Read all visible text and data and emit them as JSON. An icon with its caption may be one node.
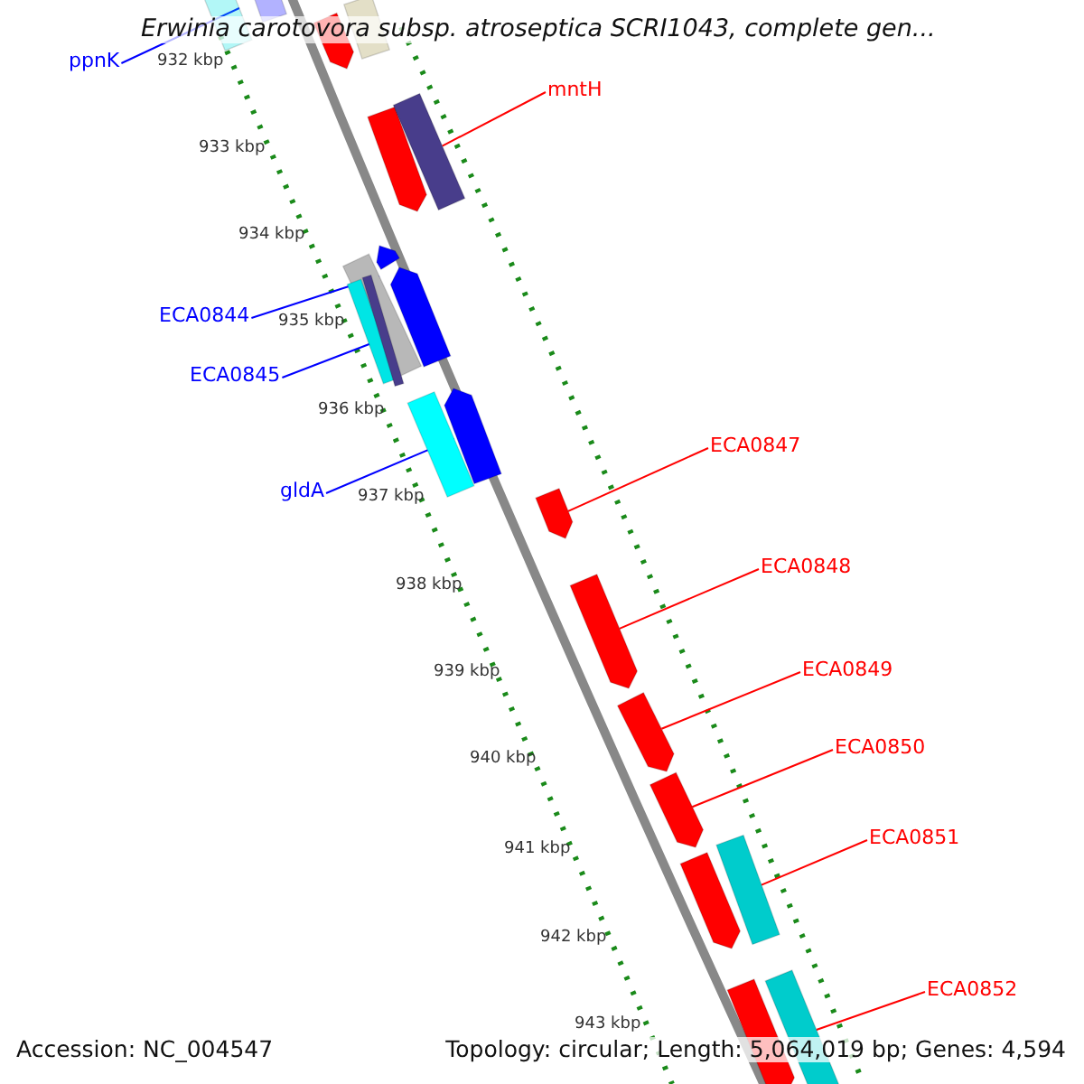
{
  "diagram": {
    "title": "Erwinia carotovora subsp. atroseptica SCRI1043, complete gen...",
    "nodes": [
      {
        "text": [],
        "shape": "bar"
      },
      {
        "text": [],
        "shape": "bar"
      },
      {
        "text": [],
        "shape": "bar"
      },
      {
        "text": [],
        "shape": "arrow"
      },
      {
        "text": [],
        "shape": "arrow"
      },
      {
        "text": [],
        "shape": "bar"
      },
      {
        "text": [],
        "shape": "arrow"
      },
      {
        "text": [],
        "shape": "bar"
      },
      {
        "text": [],
        "shape": "bar"
      },
      {
        "text": [],
        "shape": "bar"
      },
      {
        "text": [],
        "shape": "arrow"
      },
      {
        "text": [],
        "shape": "bar"
      },
      {
        "text": [],
        "shape": "arrow"
      },
      {
        "text": [],
        "shape": "arrow"
      },
      {
        "text": [],
        "shape": "arrow"
      },
      {
        "text": [],
        "shape": "arrow"
      },
      {
        "text": [],
        "shape": "arrow"
      },
      {
        "text": [],
        "shape": "bar"
      },
      {
        "text": [],
        "shape": "arrow"
      },
      {
        "text": [],
        "shape": "bar"
      },
      {
        "text": [],
        "shape": "arrow"
      },
      {
        "text": [
          "ppnK"
        ]
      },
      {
        "text": [
          "mntH"
        ]
      },
      {
        "text": [
          "ECA0844"
        ]
      },
      {
        "text": [
          "ECA0845"
        ]
      },
      {
        "text": [
          "gldA"
        ]
      },
      {
        "text": [
          "ECA0847"
        ]
      },
      {
        "text": [
          "ECA0848"
        ]
      },
      {
        "text": [
          "ECA0849"
        ]
      },
      {
        "text": [
          "ECA0850"
        ]
      },
      {
        "text": [
          "ECA0851"
        ]
      },
      {
        "text": [
          "ECA0852"
        ]
      }
    ],
    "edges": [
      {
        "from": 21,
        "to": 0,
        "arrow": "none",
        "color": "#0000ff"
      },
      {
        "from": 22,
        "to": 5,
        "arrow": "none"
      },
      {
        "from": 23,
        "to": 7,
        "arrow": "none",
        "color": "#0000ff"
      },
      {
        "from": 24,
        "to": 8,
        "arrow": "none",
        "color": "#0000ff"
      },
      {
        "from": 25,
        "to": 11,
        "arrow": "none",
        "color": "#0000ff"
      },
      {
        "from": 26,
        "to": 13,
        "arrow": "none"
      },
      {
        "from": 27,
        "to": 14,
        "arrow": "none"
      },
      {
        "from": 28,
        "to": 15,
        "arrow": "none"
      },
      {
        "from": 29,
        "to": 16,
        "arrow": "none"
      },
      {
        "from": 30,
        "to": 17,
        "arrow": "none"
      },
      {
        "from": 31,
        "to": 19,
        "arrow": "none"
      }
    ],
    "labels": [
      "932 kbp",
      "933 kbp",
      "934 kbp",
      "935 kbp",
      "936 kbp",
      "937 kbp",
      "938 kbp",
      "939 kbp",
      "940 kbp",
      "941 kbp",
      "942 kbp",
      "943 kbp",
      "Accession: NC_004547",
      "Topology: circular; Length: 5,064,019 bp; Genes: 4,594"
    ]
  }
}
